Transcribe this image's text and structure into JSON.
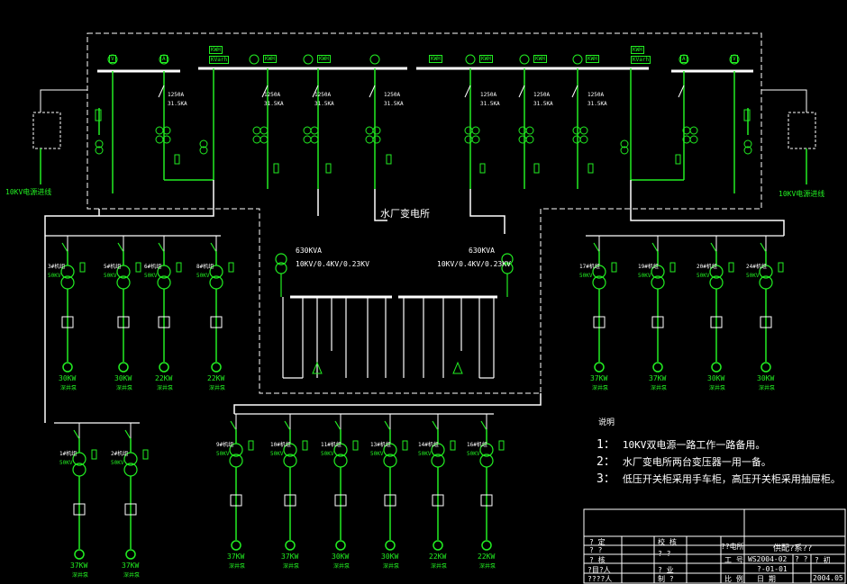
{
  "substation": {
    "title": "水厂变电所"
  },
  "incoming": [
    {
      "label": "10KV电源进线"
    },
    {
      "label": "10KV电源进线"
    }
  ],
  "breaker_ratings": [
    {
      "current": "1250A",
      "break": "31.5KA"
    },
    {
      "current": "1250A",
      "break": "31.5KA"
    },
    {
      "current": "1250A",
      "break": "31.5KA"
    },
    {
      "current": "1250A",
      "break": "31.5KA"
    },
    {
      "current": "1250A",
      "break": "31.5KA"
    },
    {
      "current": "1250A",
      "break": "31.5KA"
    },
    {
      "current": "1250A",
      "break": "31.5KA"
    }
  ],
  "meters": {
    "v": "V",
    "a": "A",
    "kwh": "KWH",
    "kvarh": "KVarh"
  },
  "transformers": [
    {
      "rating": "630KVA",
      "voltage": "10KV/0.4KV/0.23KV"
    },
    {
      "rating": "630KVA",
      "voltage": "10KV/0.4KV/0.23KV"
    }
  ],
  "pumps": {
    "group_left": [
      {
        "name": "3#机组",
        "kva": "50KV",
        "power": "30KW",
        "type": "深井泵"
      },
      {
        "name": "5#机组",
        "kva": "50KV",
        "power": "30KW",
        "type": "深井泵"
      },
      {
        "name": "6#机组",
        "kva": "50KV",
        "power": "22KW",
        "type": "深井泵"
      },
      {
        "name": "8#机组",
        "kva": "50KV",
        "power": "22KW",
        "type": "深井泵"
      }
    ],
    "group_right": [
      {
        "name": "17#机组",
        "kva": "50KV",
        "power": "37KW",
        "type": "深井泵"
      },
      {
        "name": "19#机组",
        "kva": "50KV",
        "power": "37KW",
        "type": "深井泵"
      },
      {
        "name": "20#机组",
        "kva": "50KV",
        "power": "30KW",
        "type": "深井泵"
      },
      {
        "name": "24#机组",
        "kva": "50KV",
        "power": "30KW",
        "type": "深井泵"
      }
    ],
    "group_bottom_left": [
      {
        "name": "1#机组",
        "kva": "50KV",
        "power": "37KW",
        "type": "深井泵"
      },
      {
        "name": "2#机组",
        "kva": "50KV",
        "power": "37KW",
        "type": "深井泵"
      }
    ],
    "group_bottom_mid": [
      {
        "name": "9#机组",
        "kva": "50KV",
        "power": "37KW",
        "type": "深井泵"
      },
      {
        "name": "10#机组",
        "kva": "50KV",
        "power": "37KW",
        "type": "深井泵"
      },
      {
        "name": "11#机组",
        "kva": "50KV",
        "power": "30KW",
        "type": "深井泵"
      },
      {
        "name": "13#机组",
        "kva": "50KV",
        "power": "30KW",
        "type": "深井泵"
      },
      {
        "name": "14#机组",
        "kva": "50KV",
        "power": "22KW",
        "type": "深井泵"
      },
      {
        "name": "16#机组",
        "kva": "50KV",
        "power": "22KW",
        "type": "深井泵"
      }
    ]
  },
  "notes": {
    "title": "说明",
    "items": [
      {
        "num": "1：",
        "text": "10KV双电源一路工作一路备用。"
      },
      {
        "num": "2：",
        "text": "水厂变电所两台变压器一用一备。"
      },
      {
        "num": "3：",
        "text": "低压开关柜采用手车柜，高压开关柜采用抽屉柜。"
      }
    ]
  },
  "title_block": {
    "project": "??电所",
    "drawing_title": "供配?系??",
    "r1": [
      "? 定",
      "校 核"
    ],
    "r2": [
      "? ?",
      "? ?"
    ],
    "r3": [
      "? 核",
      "工 号",
      "WS2004-02",
      "? ?",
      "? 初"
    ],
    "r4": [
      "?目?人",
      "? 业",
      "?-01-01"
    ],
    "r5": [
      "????人",
      "制 ?",
      "比 例",
      "日 期",
      "2004.05"
    ]
  }
}
